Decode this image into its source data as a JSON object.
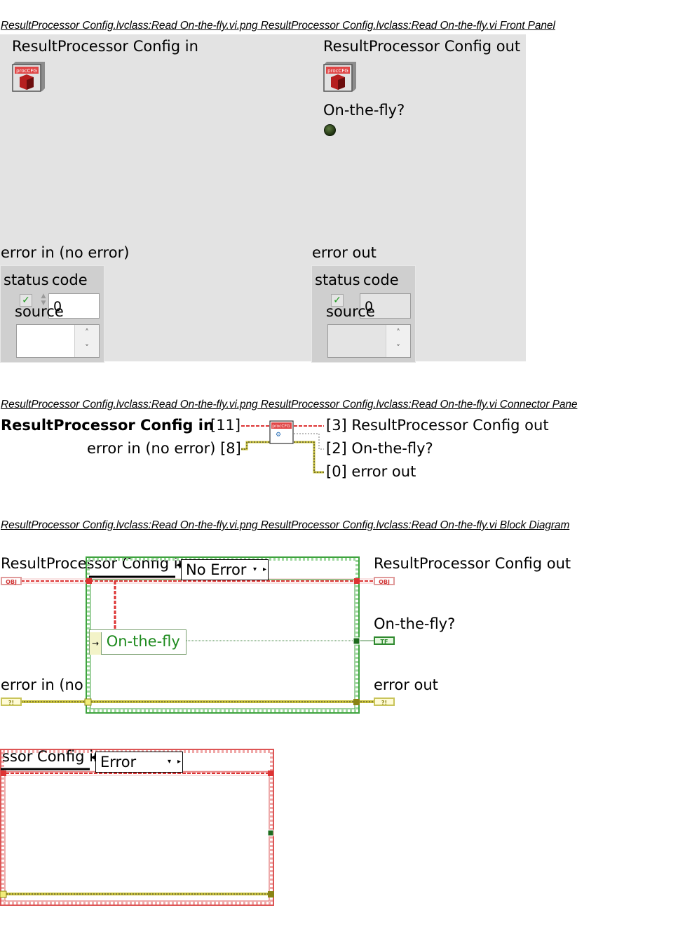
{
  "captions": {
    "front_panel": "ResultProcessor Config.lvclass:Read On-the-fly.vi.png  ResultProcessor Config.lvclass:Read On-the-fly.vi Front Panel",
    "connector_pane": "ResultProcessor Config.lvclass:Read On-the-fly.vi.png  ResultProcessor Config.lvclass:Read On-the-fly.vi Connector Pane",
    "block_diagram": "ResultProcessor Config.lvclass:Read On-the-fly.vi.png  ResultProcessor Config.lvclass:Read On-the-fly.vi Block Diagram"
  },
  "front_panel": {
    "config_in_label": "ResultProcessor Config in",
    "config_out_label": "ResultProcessor Config out",
    "icon_text": "procCFG",
    "on_the_fly_label": "On-the-fly?",
    "error_in": {
      "label": "error in (no error)",
      "status": "status",
      "code": "code",
      "code_value": "0",
      "source": "source",
      "check": "✓"
    },
    "error_out": {
      "label": "error out",
      "status": "status",
      "code": "code",
      "code_value": "0",
      "source": "source",
      "check": "✓"
    }
  },
  "connector_pane": {
    "in_config": "ResultProcessor Config in",
    "in_config_num": "[11]",
    "in_error": "error in (no error) [8]",
    "out_config": "[3] ResultProcessor Config out",
    "out_fly": "[2] On-the-fly?",
    "out_error": "[0] error out",
    "icon_text": "procCFG"
  },
  "block_diagram": {
    "config_in_label": "ResultProcessor Config in",
    "config_out_label": "ResultProcessor Config out",
    "on_the_fly_out_label": "On-the-fly?",
    "error_in_label": "error in (no",
    "error_out_label": "error out",
    "case1_selector": "No Error",
    "case2_selector": "Error",
    "unbundle_field": "On-the-fly",
    "case2_config_label": "ssor Config in",
    "obj_term": "OBJ",
    "tf_term": "TF",
    "err_term": "?!"
  }
}
